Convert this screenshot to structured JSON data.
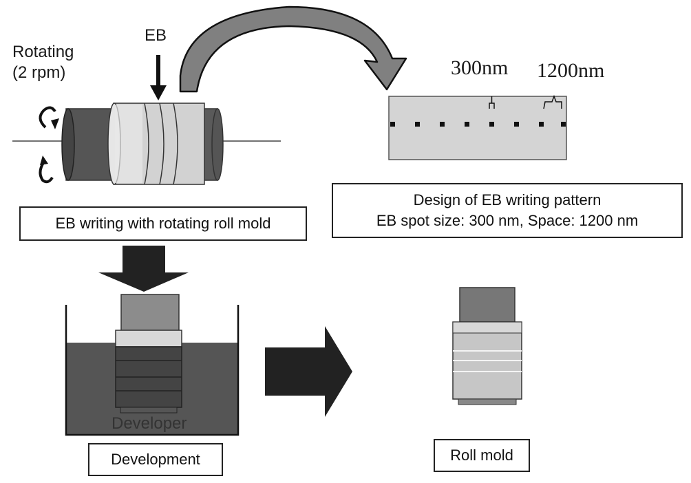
{
  "rotating_label": "Rotating",
  "rotating_speed": "(2 rpm)",
  "eb_label": "EB",
  "spot_size_label": "300nm",
  "space_label": "1200nm",
  "writing_caption": "EB writing with rotating roll mold",
  "design_caption_line1": "Design of EB writing pattern",
  "design_caption_line2": "EB spot size: 300 nm, Space: 1200 nm",
  "developer_label": "Developer",
  "development_caption": "Development",
  "roll_mold_caption": "Roll mold"
}
